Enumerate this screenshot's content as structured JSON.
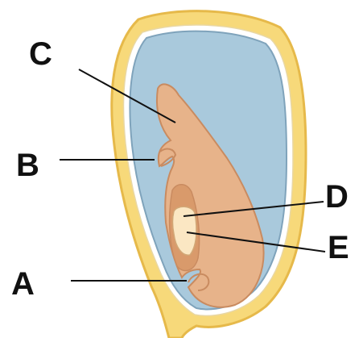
{
  "labels": {
    "a": "A",
    "b": "B",
    "c": "C",
    "d": "D",
    "e": "E"
  },
  "colors": {
    "seed_coat": "#f7d97a",
    "seed_coat_outline": "#e6b94a",
    "endosperm": "#a9c9dc",
    "endosperm_outline": "#7fa3bb",
    "embryo": "#e7b38a",
    "embryo_outline": "#c98b60",
    "radicle_tip": "#fbe7c3",
    "leader_line": "#111111"
  }
}
